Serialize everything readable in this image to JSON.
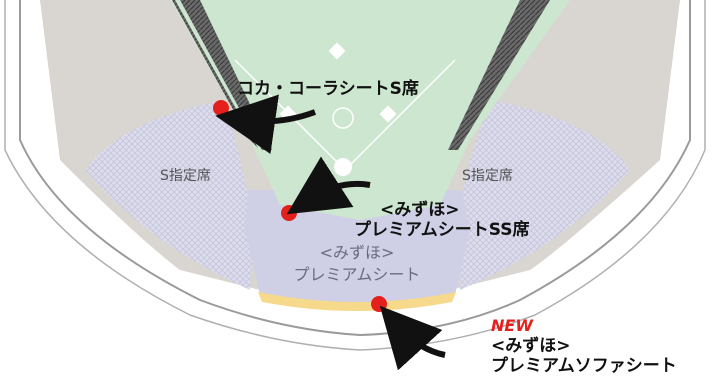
{
  "map": {
    "callouts": {
      "coca_cola": "コカ・コーラシートS席",
      "ss_line1": "<みずほ>",
      "ss_line2": "プレミアムシートSS席",
      "new_badge": "NEW",
      "sofa_line1": "<みずほ>",
      "sofa_line2": "プレミアムソファシート"
    },
    "sections": {
      "s_left": "S指定席",
      "s_right": "S指定席",
      "premium_line1": "<みずほ>",
      "premium_line2": "プレミアムシート"
    },
    "colors": {
      "field": "#cde6cf",
      "stands": "#d9d5d0",
      "s_sections": "#dcdcec",
      "premium": "#cfd0e6",
      "sofa_strip": "#f6d98a",
      "marker": "#e3201b",
      "new": "#e3201b"
    }
  }
}
